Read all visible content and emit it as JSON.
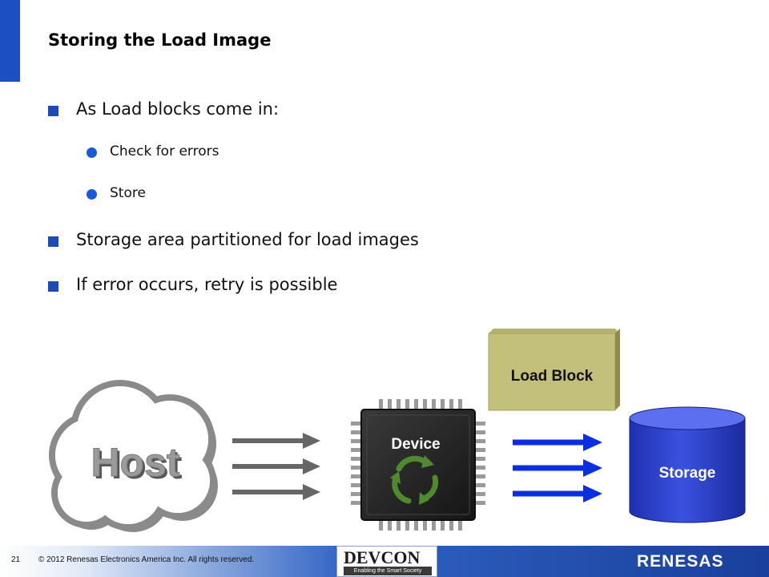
{
  "slide": {
    "title": "Storing the Load Image",
    "bullets": [
      {
        "text": "As Load blocks come in:"
      },
      {
        "text": "Check for errors"
      },
      {
        "text": "Store"
      },
      {
        "text": "Storage area partitioned for load images"
      },
      {
        "text": "If error occurs, retry is possible"
      }
    ]
  },
  "diagram": {
    "host_label": "Host",
    "device_label": "Device",
    "load_block_label": "Load Block",
    "storage_label": "Storage"
  },
  "footer": {
    "page_number": "21",
    "copyright": "© 2012 Renesas Electronics America Inc. All rights reserved.",
    "event_name": "DEVCON",
    "event_tagline": "Enabling the Smart Society",
    "company_logo": "RENESAS"
  },
  "colors": {
    "accent": "#1d4fc4",
    "bullet_square": "#1a4bb8",
    "bullet_dot": "#1a5ad8",
    "storage_fill": "#2b40c8",
    "load_block_fill": "#c2c07a",
    "chip_body": "#2a2a2a",
    "arrow_gray": "#666666",
    "arrow_blue": "#0b2ee0"
  }
}
